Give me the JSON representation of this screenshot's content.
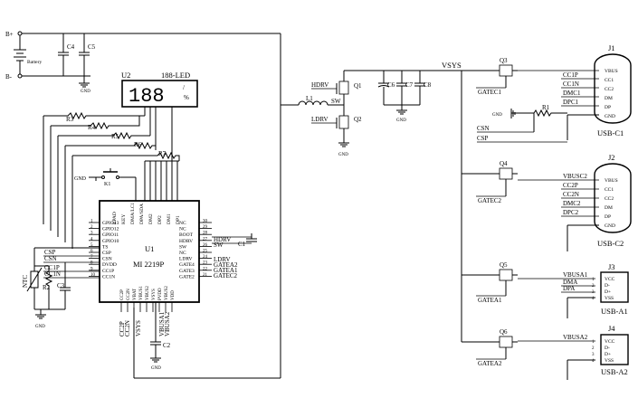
{
  "power": {
    "bplus": "B+",
    "bminus": "B-",
    "battery": "Battery",
    "c4": "C4",
    "c5": "C5",
    "gnd": "GND"
  },
  "display": {
    "ref": "U2",
    "name": "188-LED",
    "digits": "188",
    "percent": "%"
  },
  "mcu": {
    "ref": "U1",
    "part": "MI 2219P",
    "left_pins": [
      {
        "num": "1",
        "label": "GPIO13"
      },
      {
        "num": "2",
        "label": "GPIO12"
      },
      {
        "num": "3",
        "label": "GPIO11"
      },
      {
        "num": "4",
        "label": "GPIO10"
      },
      {
        "num": "5",
        "label": "TS"
      },
      {
        "num": "6",
        "label": "CSP"
      },
      {
        "num": "7",
        "label": "CSN"
      },
      {
        "num": "8",
        "label": "DVDD"
      },
      {
        "num": "9",
        "label": "CC1P"
      },
      {
        "num": "10",
        "label": "CC1N"
      }
    ],
    "left_nets": [
      "CSP",
      "CSN",
      "CC1P",
      "CC1N"
    ],
    "top_pins": [
      "EPAD",
      "KEY",
      "DMA/LC1",
      "DPA/SDA",
      "DM2",
      "DP2",
      "DM1",
      "DP1"
    ],
    "right_pins": [
      {
        "num": "30",
        "label": "NC"
      },
      {
        "num": "29",
        "label": "NC"
      },
      {
        "num": "28",
        "label": "BOOT"
      },
      {
        "num": "27",
        "label": "HDRV"
      },
      {
        "num": "26",
        "label": "SW"
      },
      {
        "num": "25",
        "label": "NC"
      },
      {
        "num": "24",
        "label": "LDRV"
      },
      {
        "num": "23",
        "label": "GATE4"
      },
      {
        "num": "22",
        "label": "GATE3"
      },
      {
        "num": "21",
        "label": "GATE2"
      }
    ],
    "right_nets": [
      "HDRV",
      "SW",
      "LDRV",
      "GATEA2",
      "GATEA1",
      "GATEC2"
    ],
    "bottom_pins": [
      "CC2P",
      "CC2N",
      "VBAT",
      "VBUS1",
      "VBUS2",
      "VSYS",
      "PVDD",
      "VBUS2",
      "VDD"
    ],
    "bottom_nets": [
      "CC2P",
      "CC2N",
      "VSYS",
      "VBUSA1",
      "VBUSA2"
    ]
  },
  "passives": {
    "r1": "R1",
    "r2": "R2",
    "r3": "R3",
    "r4": "R4",
    "r5": "R5",
    "r6": "R6",
    "r7": "R7",
    "c1": "C1",
    "c2": "C2",
    "c3": "C3",
    "c6": "C6",
    "c7": "C7",
    "c8": "C8",
    "l1": "L1",
    "k1": "K1",
    "ntc": "NTC"
  },
  "power_stage": {
    "hdrv": "HDRV",
    "ldrv": "LDRV",
    "sw": "SW",
    "q1": "Q1",
    "q2": "Q2",
    "vsys": "VSYS"
  },
  "switches": [
    {
      "ref": "Q3",
      "gate": "GATEC1"
    },
    {
      "ref": "Q4",
      "gate": "GATEC2"
    },
    {
      "ref": "Q5",
      "gate": "GATEA1"
    },
    {
      "ref": "Q6",
      "gate": "GATEA2"
    }
  ],
  "connectors": {
    "j1": {
      "ref": "J1",
      "name": "USB-C1",
      "pins": [
        "VBUS",
        "CC1",
        "CC2",
        "DM",
        "DP",
        "GND"
      ],
      "nets": [
        "CC1P",
        "CC1N",
        "DMC1",
        "DPC1"
      ]
    },
    "j2": {
      "ref": "J2",
      "name": "USB-C2",
      "pins": [
        "VBUS",
        "CC1",
        "CC2",
        "DM",
        "DP",
        "GND"
      ],
      "nets": [
        "VBUSC2",
        "CC2P",
        "CC2N",
        "DMC2",
        "DPC2"
      ]
    },
    "j3": {
      "ref": "J3",
      "name": "USB-A1",
      "pins": [
        "VCC",
        "D-",
        "D+",
        "VSS"
      ],
      "nums": [
        "1",
        "2",
        "3",
        "4"
      ],
      "nets": [
        "VBUSA1",
        "DMA",
        "DPA"
      ]
    },
    "j4": {
      "ref": "J4",
      "name": "USB-A2",
      "pins": [
        "VCC",
        "D-",
        "D+",
        "VSS"
      ],
      "nums": [
        "1",
        "2",
        "3",
        "4"
      ],
      "nets": [
        "VBUSA2"
      ]
    }
  },
  "sense": {
    "csn": "CSN",
    "csp": "CSP"
  }
}
